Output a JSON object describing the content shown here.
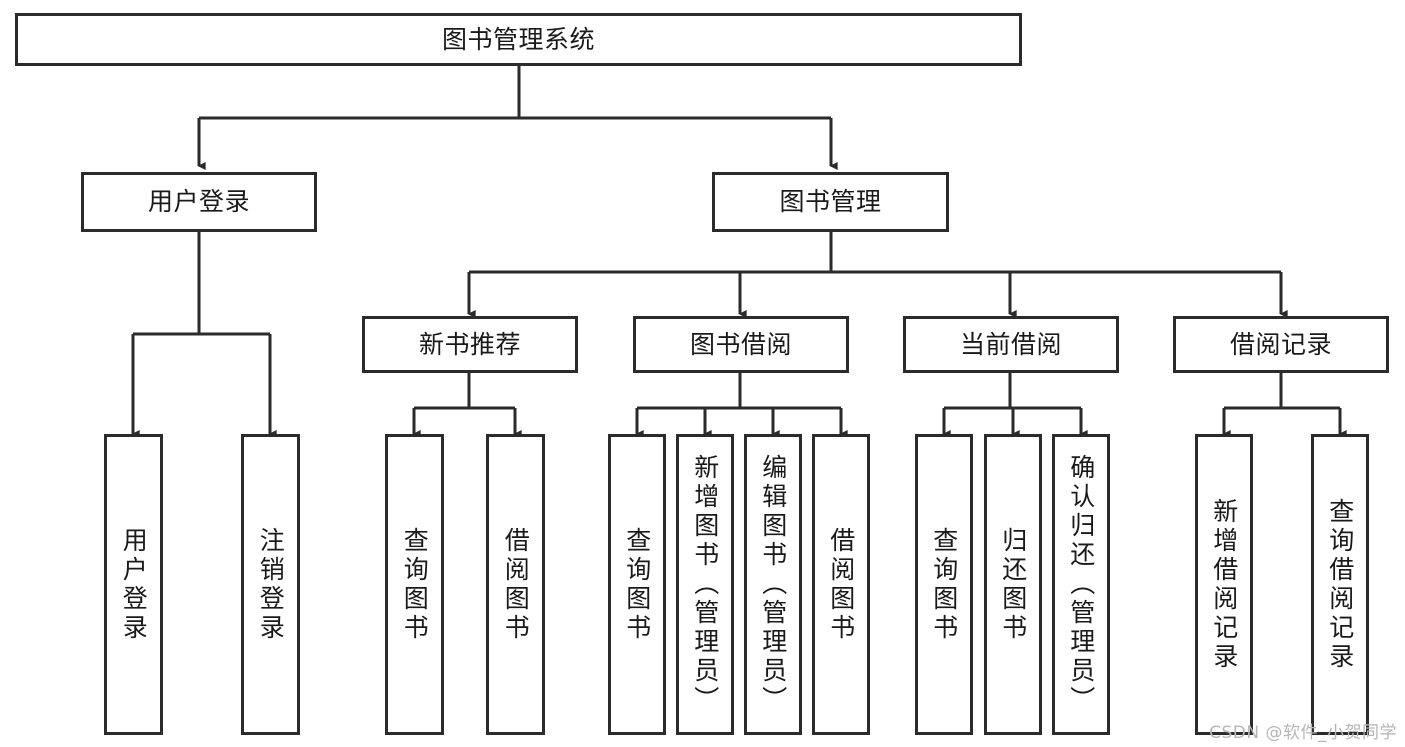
{
  "diagram": {
    "title": "图书管理系统",
    "type": "tree",
    "stroke_color": "#2b2b2b",
    "text_color": "#1a1a1a",
    "background_color": "#ffffff"
  },
  "nodes": {
    "root": {
      "label": "图书管理系统"
    },
    "level2": [
      {
        "label": "用户登录"
      },
      {
        "label": "图书管理"
      }
    ],
    "level3": [
      {
        "label": "新书推荐"
      },
      {
        "label": "图书借阅"
      },
      {
        "label": "当前借阅"
      },
      {
        "label": "借阅记录"
      }
    ],
    "leaves": {
      "user_login": [
        {
          "label": "用户登录"
        },
        {
          "label": "注销登录"
        }
      ],
      "new_book_recommend": [
        {
          "label": "查询图书"
        },
        {
          "label": "借阅图书"
        }
      ],
      "book_borrow": [
        {
          "label": "查询图书"
        },
        {
          "label": "新增图书（管理员）"
        },
        {
          "label": "编辑图书（管理员）"
        },
        {
          "label": "借阅图书"
        }
      ],
      "current_borrow": [
        {
          "label": "查询图书"
        },
        {
          "label": "归还图书"
        },
        {
          "label": "确认归还（管理员）"
        }
      ],
      "borrow_record": [
        {
          "label": "新增借阅记录"
        },
        {
          "label": "查询借阅记录"
        }
      ]
    }
  },
  "watermark": {
    "text": "CSDN @软件_小贺同学"
  }
}
